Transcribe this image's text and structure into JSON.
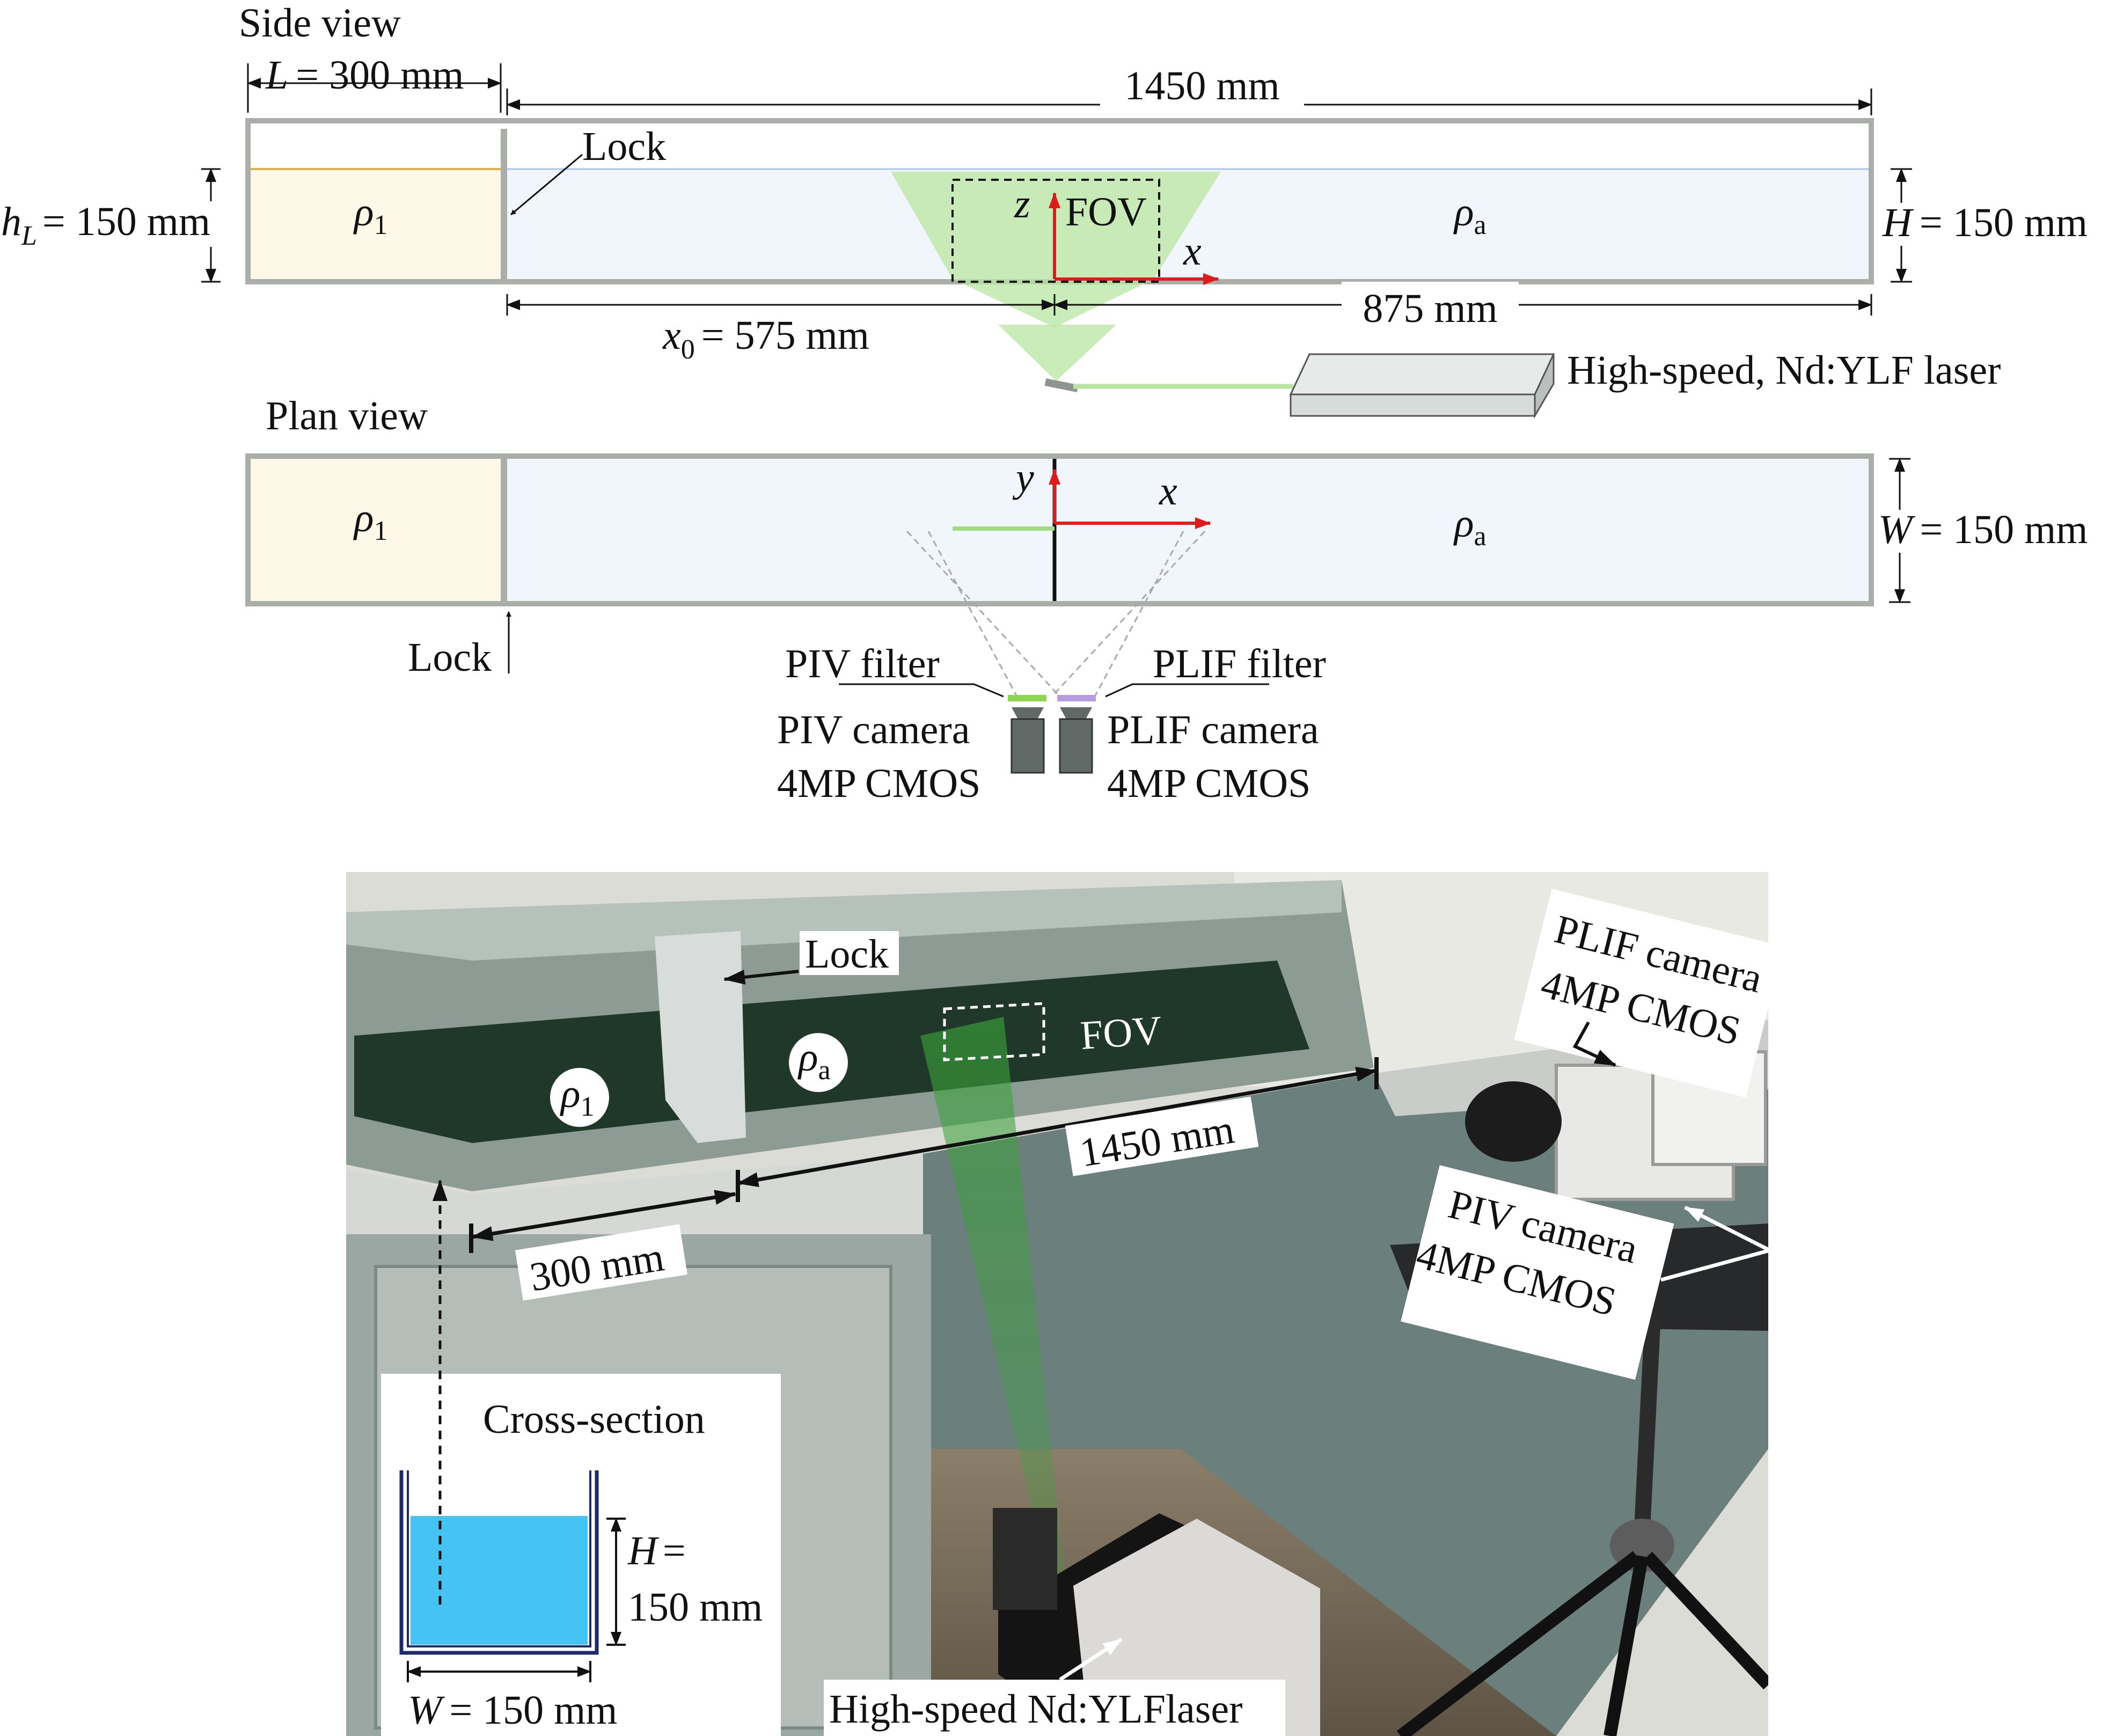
{
  "side_view": {
    "title": "Side view",
    "lock_length_symbol": "L",
    "lock_length_value": "= 300 mm",
    "total_length": "1450 mm",
    "lock_label": "Lock",
    "fill_height_symbol": "h",
    "fill_height_subscript": "L",
    "fill_height_value": "= 150 mm",
    "depth_symbol": "H",
    "depth_value": "= 150 mm",
    "rho_symbol": "ρ",
    "rho1_sub": "1",
    "rhoa_sub": "a",
    "fov_label": "FOV",
    "axis_z": "z",
    "axis_x": "x",
    "x0_symbol": "x",
    "x0_subscript": "0",
    "x0_value": "= 575 mm",
    "downstream_length": "875 mm",
    "laser_label": "High-speed, Nd:YLF laser"
  },
  "plan_view": {
    "title": "Plan view",
    "width_symbol": "W",
    "width_value": "= 150 mm",
    "rho_symbol": "ρ",
    "rho1_sub": "1",
    "rhoa_sub": "a",
    "axis_y": "y",
    "axis_x": "x",
    "lock_label": "Lock",
    "piv_filter_label": "PIV  filter",
    "plif_filter_label": "PLIF  filter",
    "piv_camera_line1": "PIV camera",
    "piv_camera_line2": "4MP CMOS",
    "plif_camera_line1": "PLIF camera",
    "plif_camera_line2": "4MP CMOS"
  },
  "photo": {
    "lock_label": "Lock",
    "fov_label": "FOV",
    "rho_symbol": "ρ",
    "rho1_sub": "1",
    "rhoa_sub": "a",
    "length_1450": "1450 mm",
    "length_300": "300 mm",
    "plif_camera_line1": "PLIF camera",
    "plif_camera_line2": "4MP CMOS",
    "piv_camera_line1": "PIV camera",
    "piv_camera_line2": "4MP CMOS",
    "laser_label": "High-speed Nd:YLFlaser",
    "inset_title": "Cross-section",
    "inset_h_symbol": "H",
    "inset_h_eq": "=",
    "inset_h_value": "150 mm",
    "inset_w_symbol": "W",
    "inset_w_value": "= 150 mm"
  },
  "colors": {
    "tank_wall": "#a9afa8",
    "dense_fluid": "#fdf8e8",
    "ambient_fluid": "#f1f6fc",
    "laser_green": "#b8e6a0",
    "axis_red": "#e01b1b",
    "plif_filter": "#b89ce0",
    "piv_filter": "#8ed64f",
    "camera_body": "#616a66",
    "cross_section_water": "#45c3f2"
  }
}
